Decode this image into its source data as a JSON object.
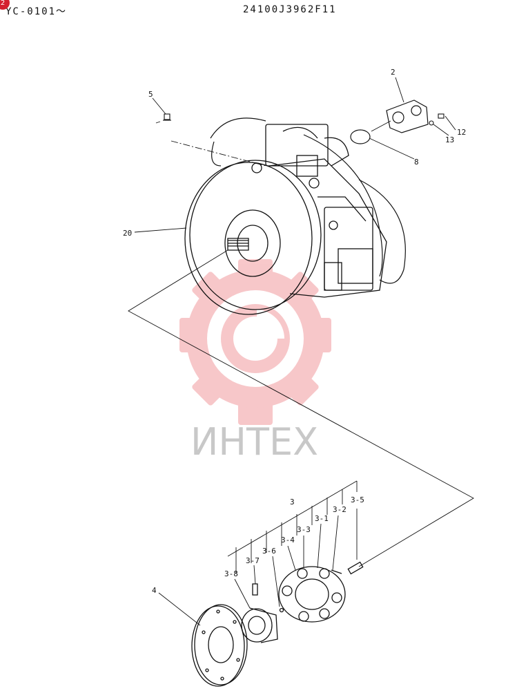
{
  "header": {
    "serial_range": "YC-0101〜",
    "drawing_code": "24100J3962F11",
    "badge": "2"
  },
  "watermark": {
    "text": "ИНТЕХ",
    "color": "#f5b5b8"
  },
  "callouts": {
    "c2": "2",
    "c5": "5",
    "c8": "8",
    "c12": "12",
    "c13": "13",
    "c20": "20",
    "c3": "3",
    "c3_1": "3-1",
    "c3_2": "3-2",
    "c3_3": "3-3",
    "c3_4": "3-4",
    "c3_5": "3-5",
    "c3_6": "3-6",
    "c3_7": "3-7",
    "c3_8": "3-8",
    "c4": "4"
  }
}
